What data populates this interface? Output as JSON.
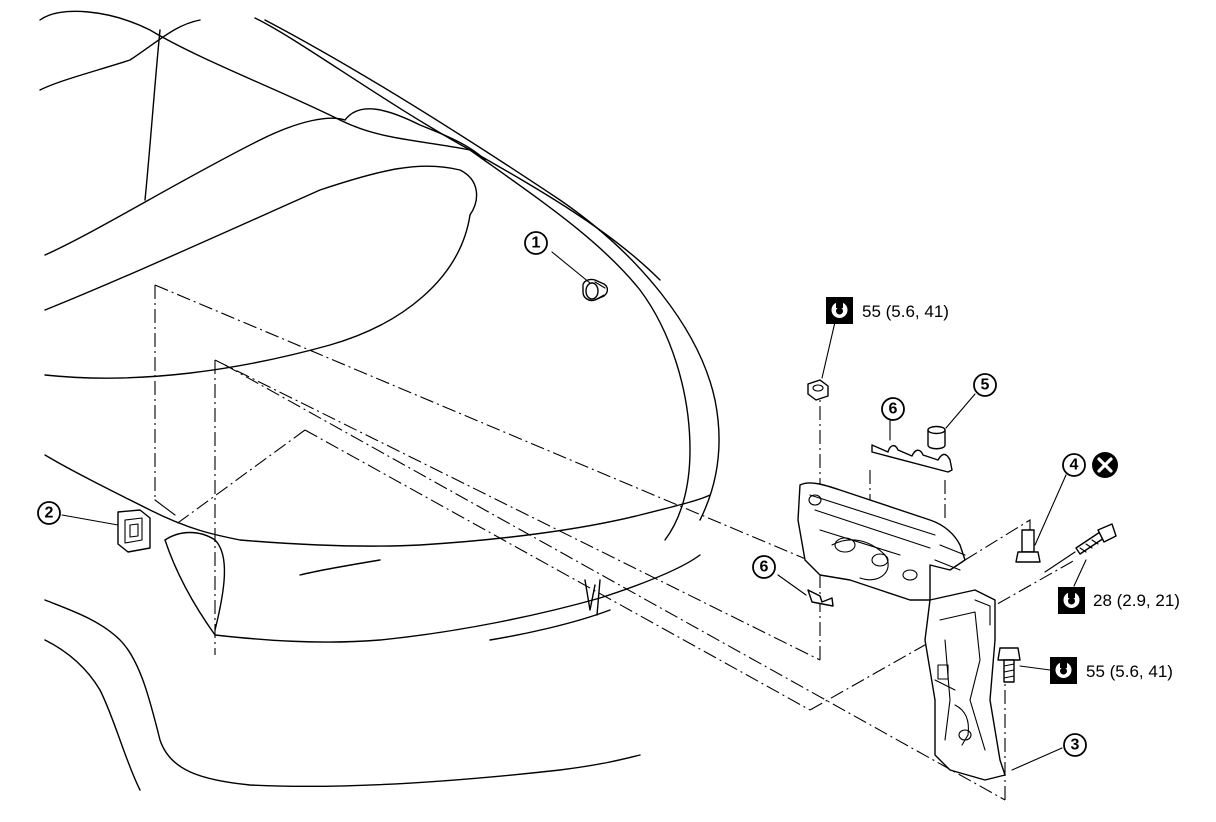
{
  "callouts": [
    {
      "id": "c1",
      "label": "1"
    },
    {
      "id": "c2",
      "label": "2"
    },
    {
      "id": "c3",
      "label": "3"
    },
    {
      "id": "c4",
      "label": "4"
    },
    {
      "id": "c5",
      "label": "5"
    },
    {
      "id": "c6a",
      "label": "6"
    },
    {
      "id": "c6b",
      "label": "6"
    }
  ],
  "torque_specs": {
    "top": "55 (5.6, 41)",
    "middle": "28 (2.9, 21)",
    "bottom": "55 (5.6, 41)"
  },
  "symbols": {
    "torque_symbol": "torque-wrench-icon",
    "do_not_reuse_symbol": "do-not-reuse-icon"
  }
}
